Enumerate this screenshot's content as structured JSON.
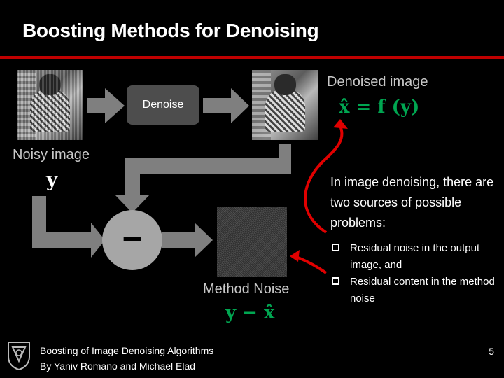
{
  "title": "Boosting Methods for Denoising",
  "diagram": {
    "denoise_label": "Denoise",
    "noisy_label": "Noisy image",
    "noisy_symbol": "y",
    "denoised_label": "Denoised image",
    "denoised_formula": "x̂ = f (y)",
    "minus_symbol": "–",
    "method_noise_label": "Method Noise",
    "method_noise_formula": "y − x̂"
  },
  "body_text": "In image denoising, there are two sources of possible problems:",
  "bullets": [
    "Residual noise in the output image, and",
    "Residual content in the method noise"
  ],
  "footer": {
    "line1": "Boosting of Image Denoising Algorithms",
    "line2": "By Yaniv Romano and Michael Elad"
  },
  "page_number": "5",
  "colors": {
    "accent_red": "#c00000",
    "arrow_red": "#e00000",
    "formula_green": "#00a651",
    "formula_orange": "#f0a000",
    "arrow_gray": "#7f7f7f"
  },
  "icons": {
    "logo": "technion-logo"
  }
}
